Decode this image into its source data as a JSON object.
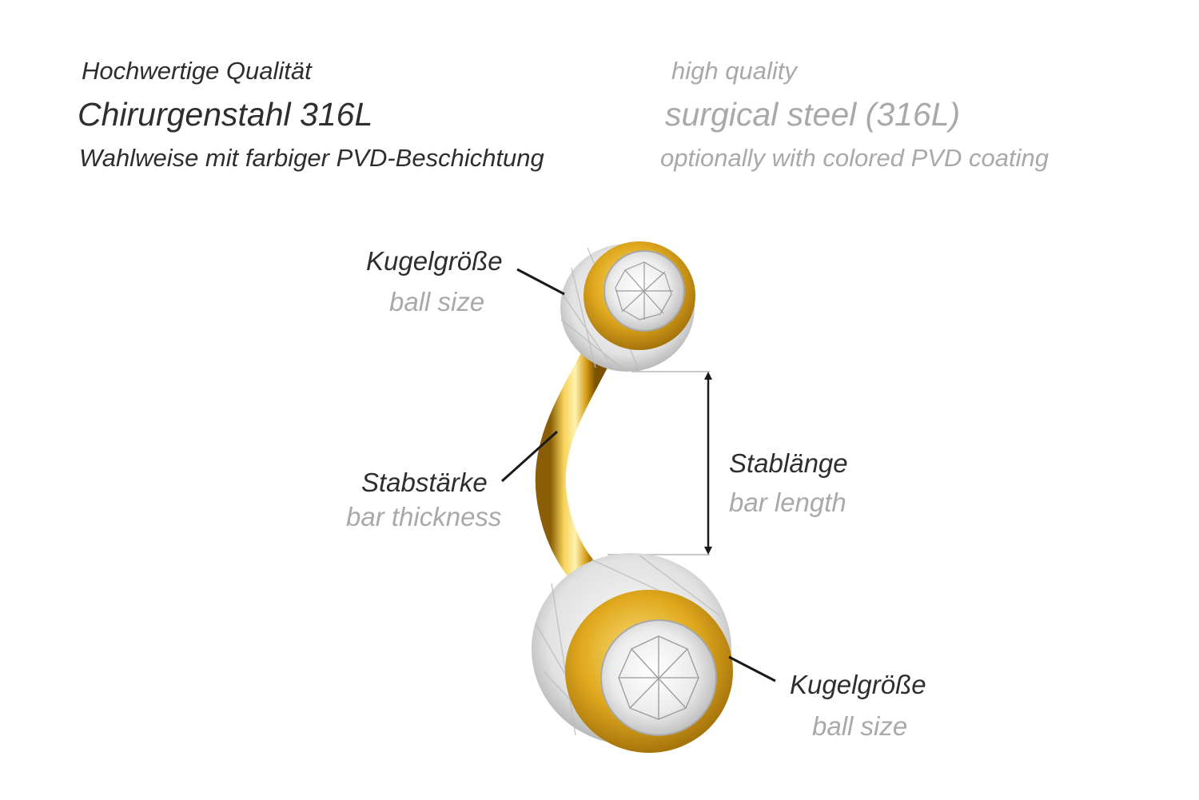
{
  "header": {
    "quality_de": "Hochwertige Qualität",
    "quality_en": "high quality",
    "material_de": "Chirurgenstahl 316L",
    "material_en": "surgical steel (316L)",
    "coating_de": "Wahlweise mit farbiger PVD-Beschichtung",
    "coating_en": "optionally with colored PVD coating"
  },
  "labels": {
    "ball_size_top_de": "Kugelgröße",
    "ball_size_top_en": "ball size",
    "bar_thickness_de": "Stabstärke",
    "bar_thickness_en": "bar thickness",
    "bar_length_de": "Stablänge",
    "bar_length_en": "bar length",
    "ball_size_bottom_de": "Kugelgröße",
    "ball_size_bottom_en": "ball size"
  },
  "colors": {
    "gold": "#d9a41e",
    "label_dark": "#2e2e2e",
    "label_light": "#a9a9a9"
  }
}
